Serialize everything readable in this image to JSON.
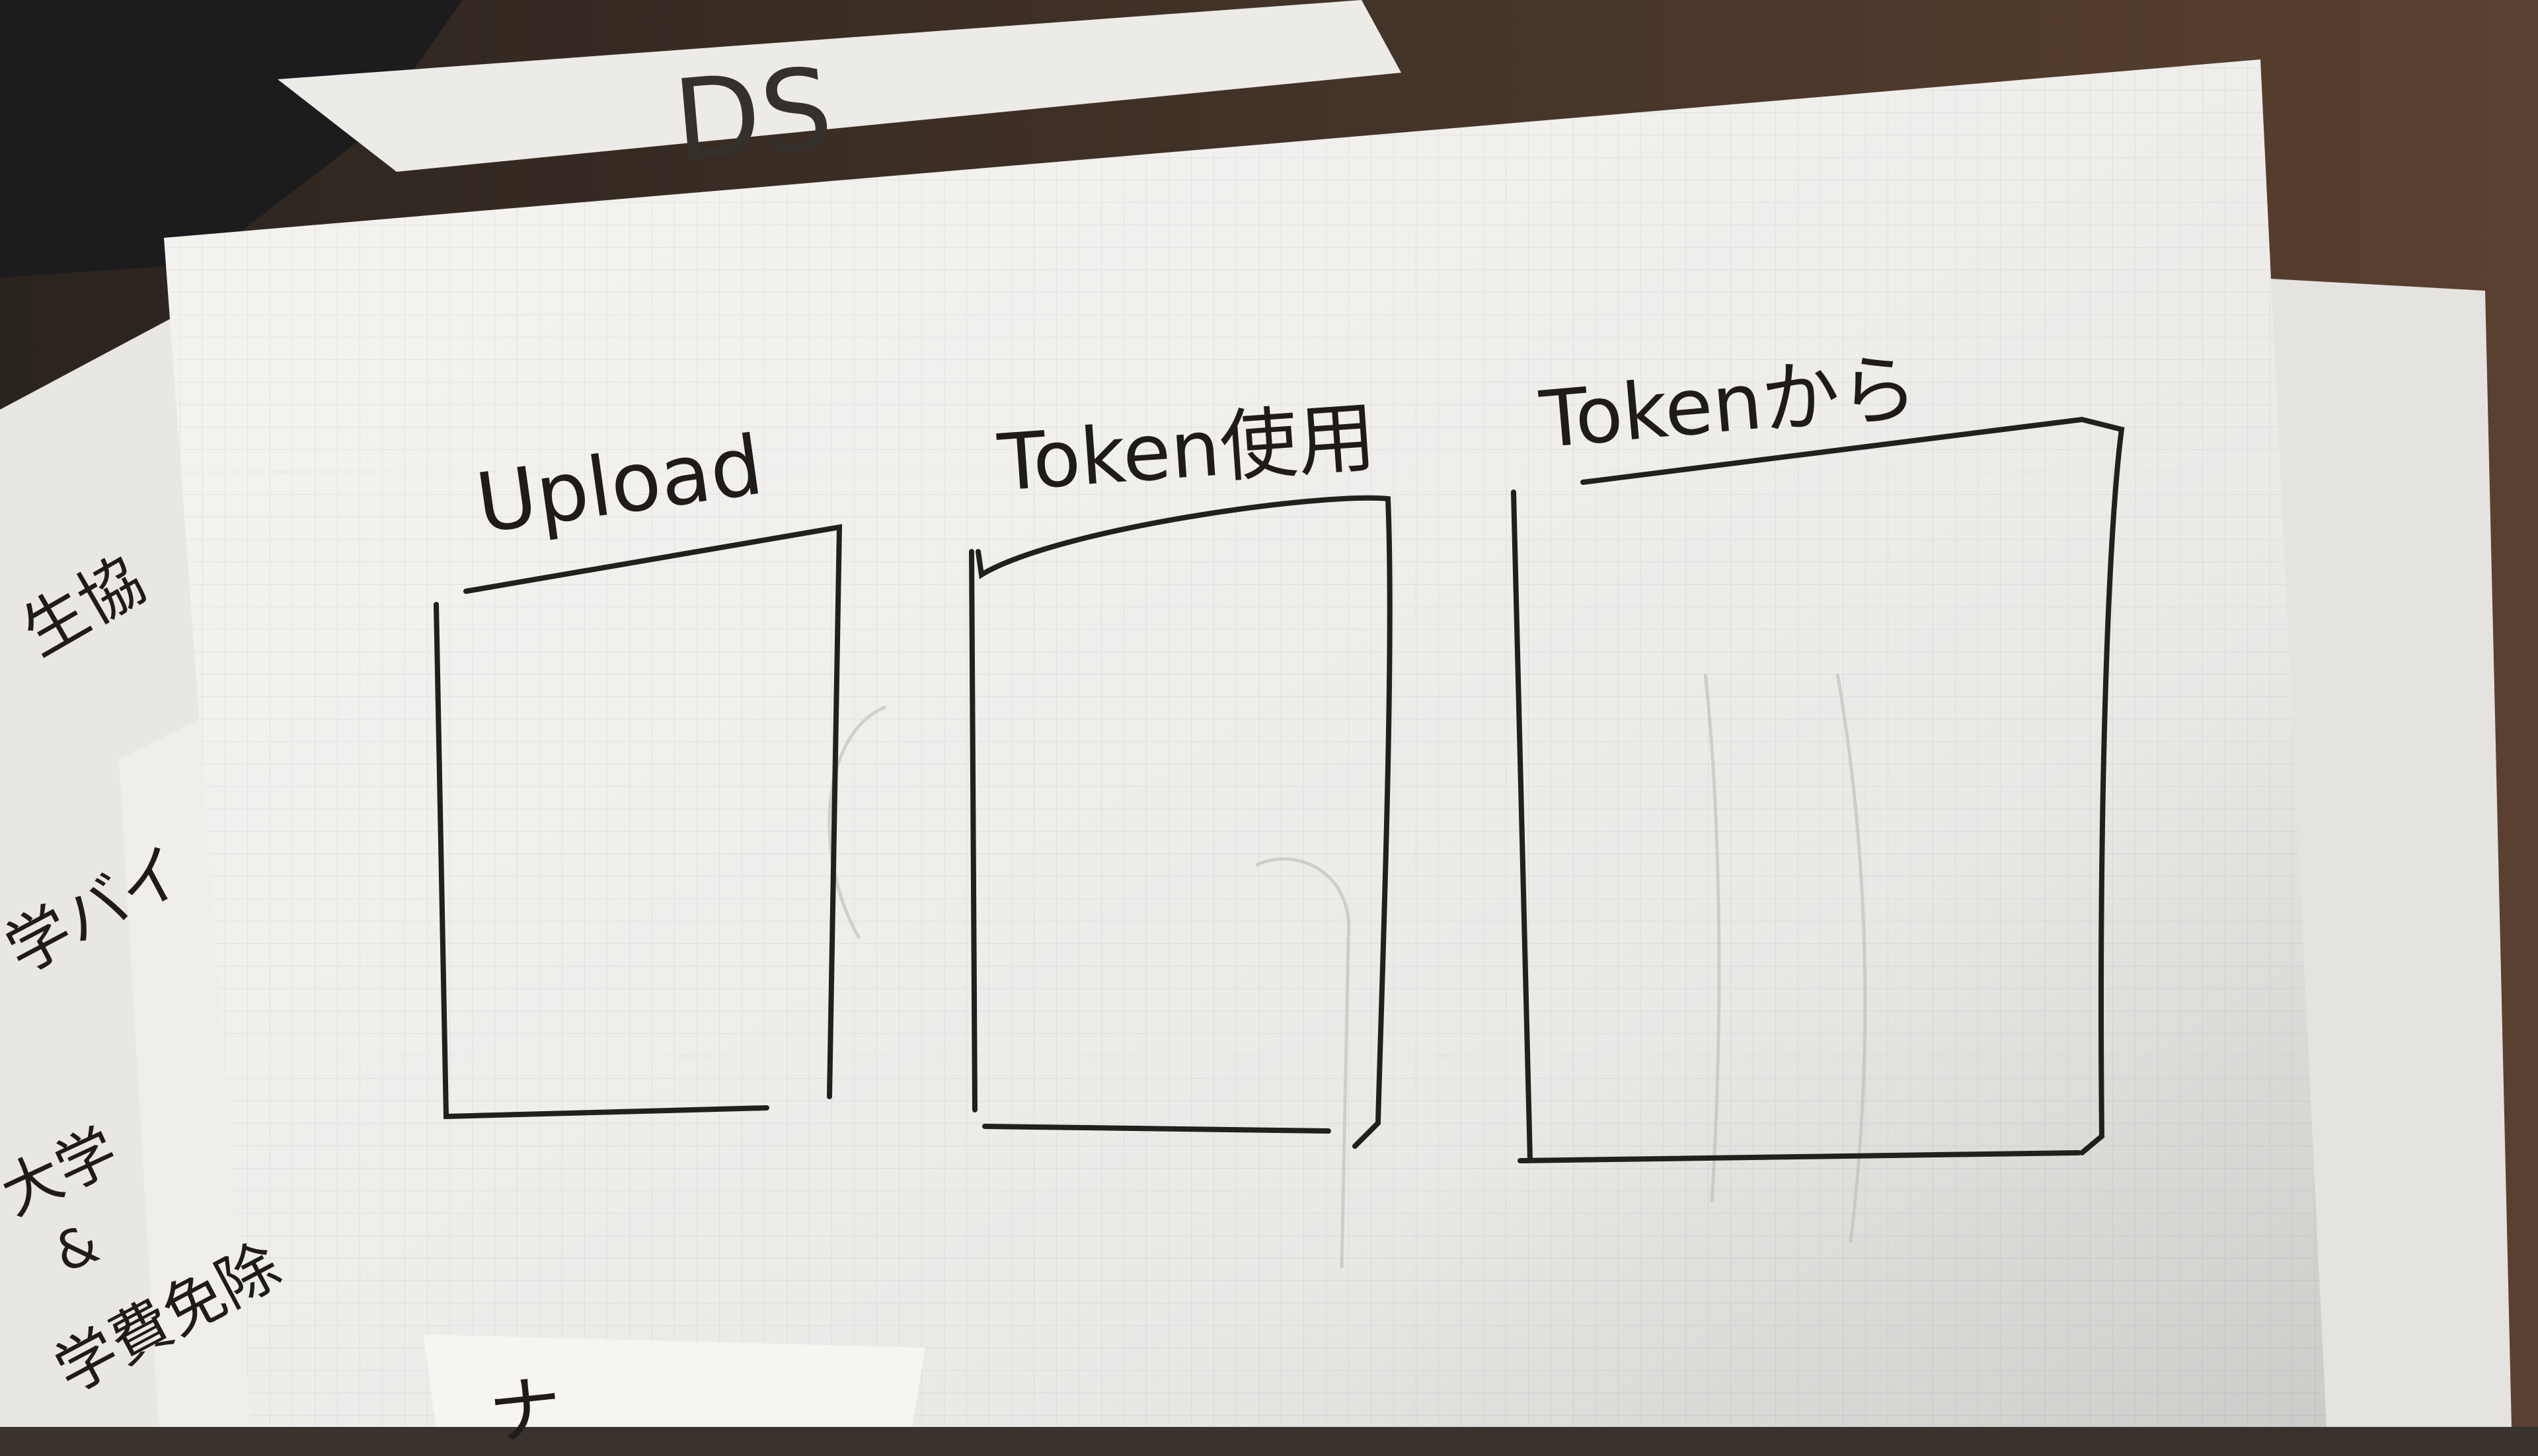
{
  "photo": {
    "description_label": "",
    "paper_color": "#f3f2ef",
    "ink_color": "#22201d",
    "table_color": "#3a332d"
  },
  "sketch": {
    "columns": [
      {
        "title": "Upload"
      },
      {
        "title": "Token使用"
      },
      {
        "title": "Tokenから"
      }
    ]
  },
  "background_notes": {
    "top_fragment": "DS",
    "left_fragments": [
      "生協",
      "学バイ",
      "大学",
      "&",
      "学費免除"
    ],
    "bottom_fragment": "ナ"
  }
}
